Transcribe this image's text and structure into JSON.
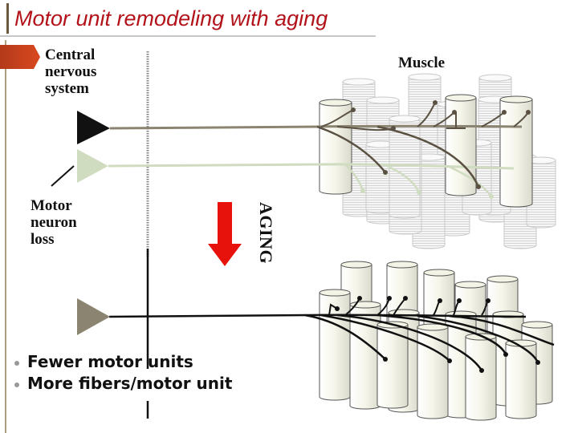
{
  "title": "Motor unit remodeling with aging",
  "labels": {
    "cns": "Central\nnervous\nsystem",
    "muscle": "Muscle",
    "motor_neuron_loss": "Motor\nneuron\nloss",
    "aging": "AGING"
  },
  "bullets": [
    "Fewer motor units",
    "More fibers/motor unit"
  ],
  "colors": {
    "title": "#b3121a",
    "arrow": "#e8120c",
    "tab": "#b33a1a",
    "fiber_fill": "#f1f1e2",
    "axon_dark": "#5a5142",
    "axon_light": "#cfdcc0"
  }
}
